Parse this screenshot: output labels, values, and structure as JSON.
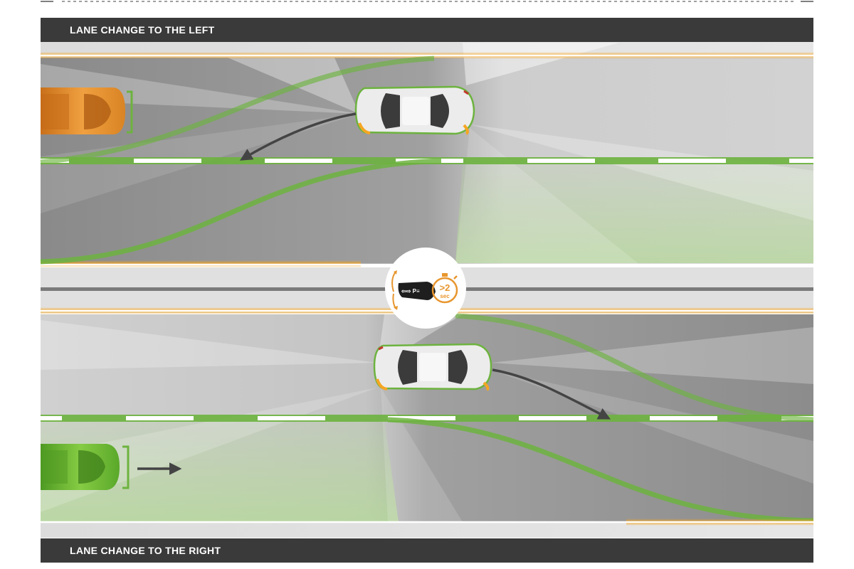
{
  "banners": {
    "top": "LANE CHANGE TO THE LEFT",
    "bottom": "LANE CHANGE TO THE RIGHT"
  },
  "lever_badge": {
    "lever_label": "⇦⇨ P≡",
    "timer_value": ">2",
    "timer_unit": "sec"
  },
  "colors": {
    "banner_bg": "#3a3a3a",
    "road_dark": "#8f8f8f",
    "road_light": "#cfcfcf",
    "lane_green": "#6db33f",
    "edge_orange": "#f5a623",
    "ego_car": "#e9e9e9",
    "car_orange": "#e8962e",
    "car_green": "#74bf3a",
    "arrow": "#444444"
  },
  "icons": [
    "lever-icon",
    "stopwatch-icon",
    "rotate-arrows-icon",
    "direction-arrow-icon"
  ]
}
